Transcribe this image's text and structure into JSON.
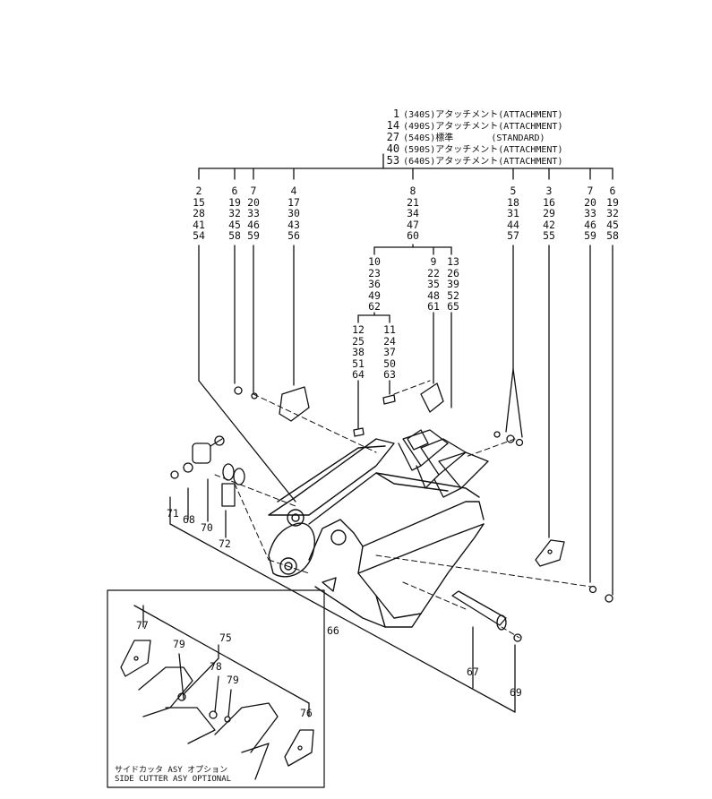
{
  "header": {
    "items": [
      {
        "num": "1",
        "text": "(340S)アタッチメント(ATTACHMENT)"
      },
      {
        "num": "14",
        "text": "(490S)アタッチメント(ATTACHMENT)"
      },
      {
        "num": "27",
        "text": "(540S)標準       (STANDARD)"
      },
      {
        "num": "40",
        "text": "(590S)アタッチメント(ATTACHMENT)"
      },
      {
        "num": "53",
        "text": "(640S)アタッチメント(ATTACHMENT)"
      }
    ]
  },
  "columns": [
    {
      "id": "c2",
      "nums": [
        "2",
        "15",
        "28",
        "41",
        "54"
      ]
    },
    {
      "id": "c6a",
      "nums": [
        "6",
        "19",
        "32",
        "45",
        "58"
      ]
    },
    {
      "id": "c7a",
      "nums": [
        "7",
        "20",
        "33",
        "46",
        "59"
      ]
    },
    {
      "id": "c4",
      "nums": [
        "4",
        "17",
        "30",
        "43",
        "56"
      ]
    },
    {
      "id": "c8",
      "nums": [
        "8",
        "21",
        "34",
        "47",
        "60"
      ]
    },
    {
      "id": "c5",
      "nums": [
        "5",
        "18",
        "31",
        "44",
        "57"
      ]
    },
    {
      "id": "c3",
      "nums": [
        "3",
        "16",
        "29",
        "42",
        "55"
      ]
    },
    {
      "id": "c7b",
      "nums": [
        "7",
        "20",
        "33",
        "46",
        "59"
      ]
    },
    {
      "id": "c6b",
      "nums": [
        "6",
        "19",
        "32",
        "45",
        "58"
      ]
    },
    {
      "id": "c10",
      "nums": [
        "10",
        "23",
        "36",
        "49",
        "62"
      ]
    },
    {
      "id": "c9",
      "nums": [
        "9",
        "22",
        "35",
        "48",
        "61"
      ]
    },
    {
      "id": "c13",
      "nums": [
        "13",
        "26",
        "39",
        "52",
        "65"
      ]
    },
    {
      "id": "c12",
      "nums": [
        "12",
        "25",
        "38",
        "51",
        "64"
      ]
    },
    {
      "id": "c11",
      "nums": [
        "11",
        "24",
        "37",
        "50",
        "63"
      ]
    }
  ],
  "callouts": {
    "p66": "66",
    "p67": "67",
    "p68": "68",
    "p69": "69",
    "p70": "70",
    "p71": "71",
    "p72": "72",
    "p75": "75",
    "p76": "76",
    "p77": "77",
    "p78": "78",
    "p79a": "79",
    "p79b": "79"
  },
  "optional_box": {
    "line1": "サイドカッタ ASY オプション",
    "line2": "SIDE CUTTER ASY OPTIONAL"
  }
}
